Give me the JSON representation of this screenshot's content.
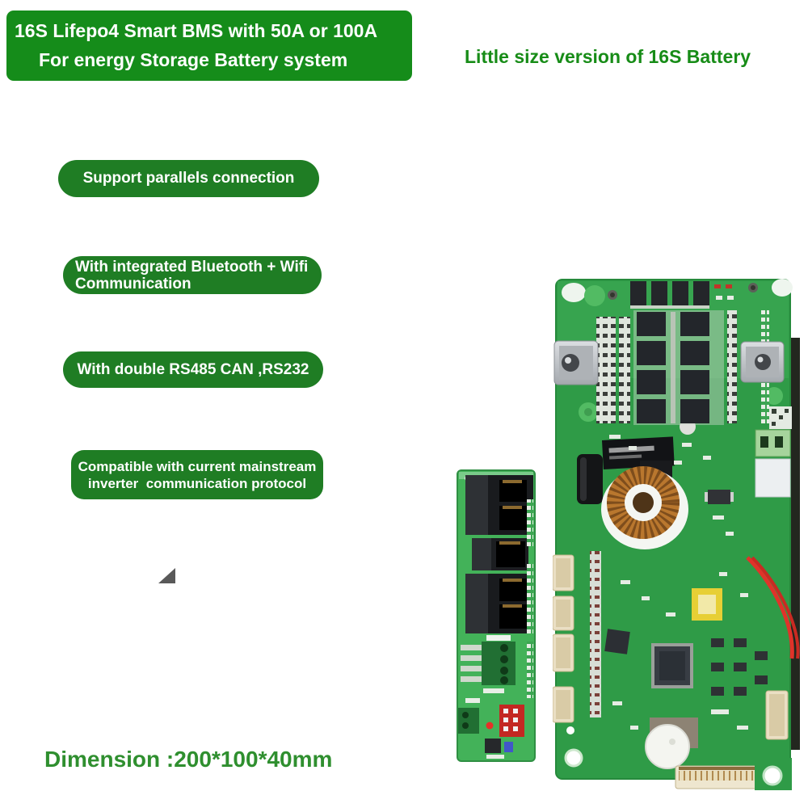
{
  "banner": {
    "line1": "16S Lifepo4 Smart BMS with 50A or 100A",
    "line2": "For energy Storage Battery system",
    "bg_color": "#158c1a",
    "text_color": "#ffffff"
  },
  "side_note": {
    "text": "Little size version of 16S Battery",
    "color": "#178c17"
  },
  "feature_badges": [
    {
      "text": "Support parallels connection"
    },
    {
      "line1": "With integrated Bluetooth + Wifi",
      "line2": "Communication"
    },
    {
      "text": "With double RS485 CAN ,RS232"
    },
    {
      "line1": "Compatible with current mainstream",
      "line2": "inverter  communication protocol"
    }
  ],
  "dimension_label": {
    "text": "Dimension :200*100*40mm",
    "color": "#2f8f2f"
  },
  "photos": {
    "small_board_alt": "Vertical green daughter board with RJ45 ports, screw terminals, red DIP switch",
    "large_board_alt": "Green 16S smart BMS main board with MOSFET bank, busbar terminals, toroidal inductor, MCU and connectors"
  },
  "colors": {
    "banner_green": "#158c1a",
    "badge_green": "#1f7d24",
    "note_green": "#178c17",
    "dimension_green": "#2f8f2f",
    "pcb_green": "#2f9b47",
    "background": "#ffffff"
  }
}
